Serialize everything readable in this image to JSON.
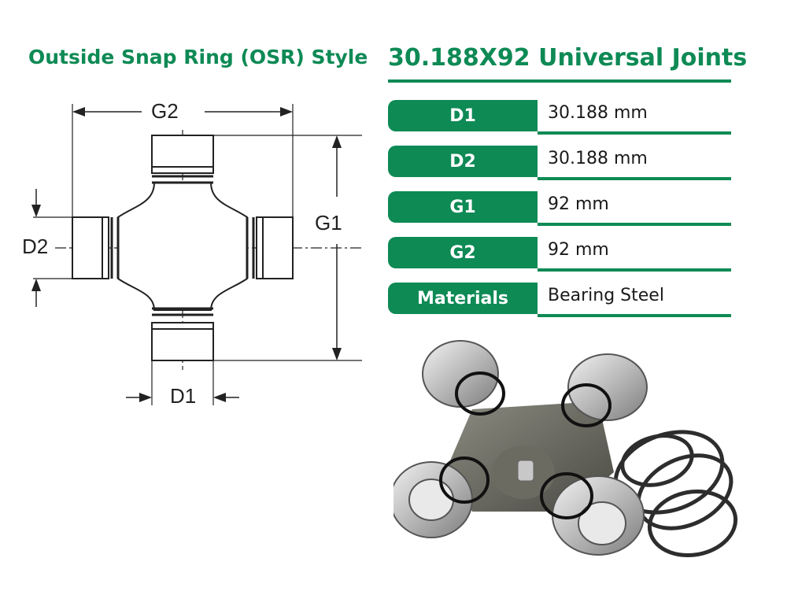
{
  "left_title": "Outside Snap Ring (OSR) Style",
  "right_title": "30.188X92 Universal Joints",
  "specs": [
    {
      "key": "D1",
      "value": "30.188 mm"
    },
    {
      "key": "D2",
      "value": "30.188 mm"
    },
    {
      "key": "G1",
      "value": "92 mm"
    },
    {
      "key": "G2",
      "value": "92 mm"
    },
    {
      "key": "Materials",
      "value": "Bearing Steel"
    }
  ],
  "diagram_labels": {
    "g2": "G2",
    "g1": "G1",
    "d2": "D2",
    "d1": "D1"
  },
  "colors": {
    "accent": "#0e8a55"
  },
  "icons": [
    "universal-joint-drawing",
    "universal-joint-photo"
  ]
}
